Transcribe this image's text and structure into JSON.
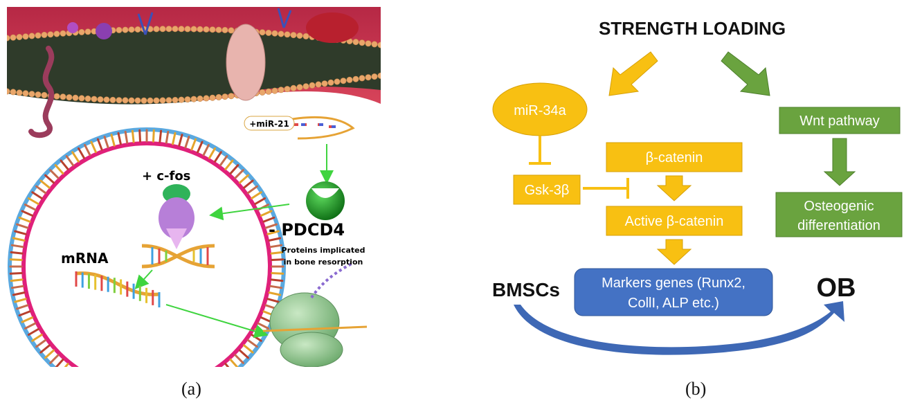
{
  "panel_a": {
    "caption": "(a)",
    "labels": {
      "mir21": "+miR-21",
      "cfos": "+ c-fos",
      "pdcd4": "- PDCD4",
      "proteins_line1": "Proteins implicated",
      "proteins_line2": "in bone resorption",
      "mrna": "mRNA"
    },
    "colors": {
      "membrane_bg": "#c9324b",
      "nucleus_outer": "#5aa9e0",
      "nucleus_inner": "#e0207a",
      "arrow": "#3fd43f"
    }
  },
  "panel_b": {
    "caption": "(b)",
    "title": "STRENGTH LOADING",
    "nodes": {
      "mir34a": "miR-34a",
      "wnt": "Wnt pathway",
      "bcatenin": "β-catenin",
      "gsk3b": "Gsk-3β",
      "active_bcatenin": "Active β-catenin",
      "osteo_line1": "Osteogenic",
      "osteo_line2": "differentiation",
      "markers_line1": "Markers genes (Runx2,",
      "markers_line2": "CollI, ALP etc.)",
      "bmscs": "BMSCs",
      "ob": "OB"
    },
    "colors": {
      "yellow": "#f8c012",
      "green": "#6aa33f",
      "blue": "#4472c4",
      "blue_arrow": "#3e68b5"
    }
  }
}
